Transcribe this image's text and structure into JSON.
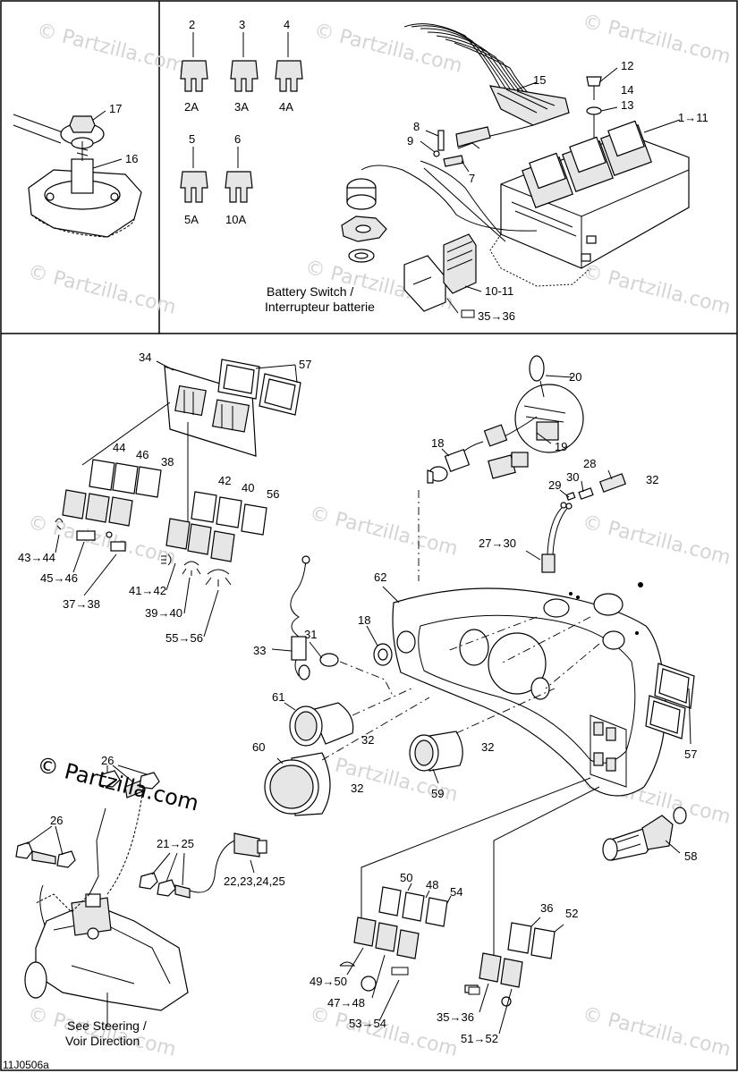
{
  "watermark": "© Partzilla.com",
  "diagram_code": "11J0506a",
  "fuses": [
    {
      "callout": "2",
      "rating": "2A"
    },
    {
      "callout": "3",
      "rating": "3A"
    },
    {
      "callout": "4",
      "rating": "4A"
    },
    {
      "callout": "5",
      "rating": "5A"
    },
    {
      "callout": "6",
      "rating": "10A"
    }
  ],
  "top_callouts": {
    "c17": "17",
    "c16": "16",
    "c15": "15",
    "c12": "12",
    "c14": "14",
    "c13": "13",
    "c1_11": "1→11",
    "c8": "8",
    "c9": "9",
    "c7": "7",
    "c10_11": "10-11",
    "c35_36": "35→36"
  },
  "battery_switch": {
    "line1": "Battery Switch /",
    "line2": "Interrupteur batterie"
  },
  "bottom_callouts": {
    "c34": "34",
    "c57a": "57",
    "c20": "20",
    "c19": "19",
    "c18a": "18",
    "c44": "44",
    "c46": "46",
    "c38": "38",
    "c42": "42",
    "c40": "40",
    "c56": "56",
    "c43_44": "43→44",
    "c45_46": "45→46",
    "c37_38": "37→38",
    "c41_42": "41→42",
    "c39_40": "39→40",
    "c55_56": "55→56",
    "c29": "29",
    "c30": "30",
    "c28": "28",
    "c32a": "32",
    "c27_30": "27→30",
    "c62": "62",
    "c18b": "18",
    "c31": "31",
    "c33": "33",
    "c61": "61",
    "c32b": "32",
    "c60": "60",
    "c32c": "32",
    "c32d": "32",
    "c59": "59",
    "c57b": "57",
    "c58": "58",
    "c26a": "26",
    "c26b": "26",
    "c21_25": "21→25",
    "c22_25": "22,23,24,25",
    "c50": "50",
    "c48": "48",
    "c54": "54",
    "c49_50": "49→50",
    "c47_48": "47→48",
    "c53_54": "53→54",
    "c36": "36",
    "c52": "52",
    "c35_36": "35→36",
    "c51_52": "51→52"
  },
  "see_steering": {
    "line1": "See  Steering /",
    "line2": "Voir Direction"
  }
}
